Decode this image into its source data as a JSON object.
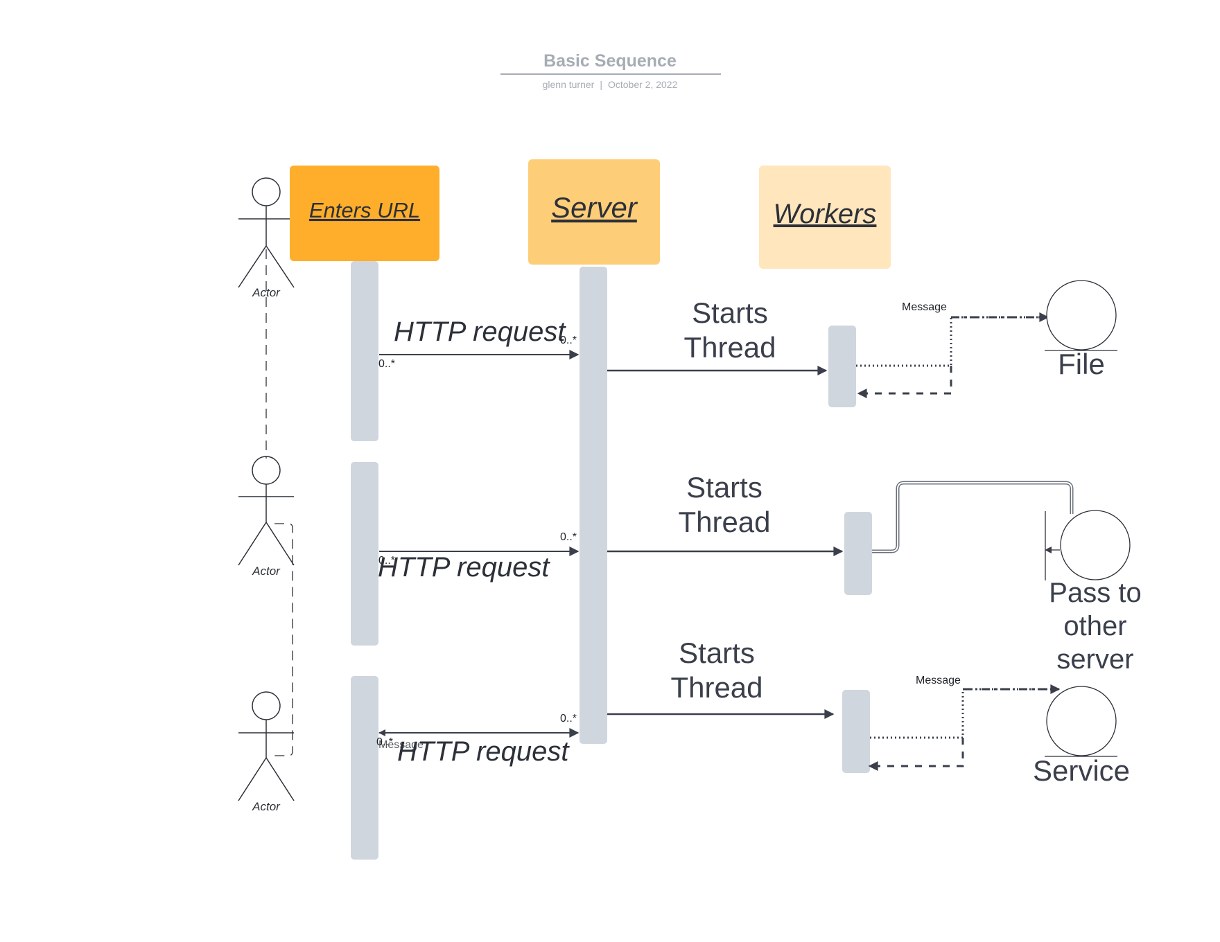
{
  "document": {
    "title": "Basic Sequence",
    "author": "glenn turner",
    "separator": "|",
    "date": "October 2, 2022"
  },
  "lifelines": {
    "enters_url": "Enters URL",
    "server": "Server",
    "workers": "Workers"
  },
  "actors": [
    "Actor",
    "Actor",
    "Actor"
  ],
  "messages": {
    "http_request_1": "HTTP request",
    "http_request_2": "HTTP request",
    "http_request_3": "HTTP request",
    "starts_thread_1": [
      "Starts",
      "Thread"
    ],
    "starts_thread_2": [
      "Starts",
      "Thread"
    ],
    "starts_thread_3": [
      "Starts",
      "Thread"
    ],
    "multiplicity": "0..*",
    "message_label": "Message"
  },
  "entities": {
    "file": "File",
    "pass_to_other_server": [
      "Pass to",
      "other",
      "server"
    ],
    "service": "Service"
  },
  "colors": {
    "enters_url_fill": "#feae2a",
    "server_fill": "#fecd78",
    "workers_fill": "#ffe6bd",
    "activation_fill": "#d0d6de",
    "line": "#3a3f4b"
  }
}
